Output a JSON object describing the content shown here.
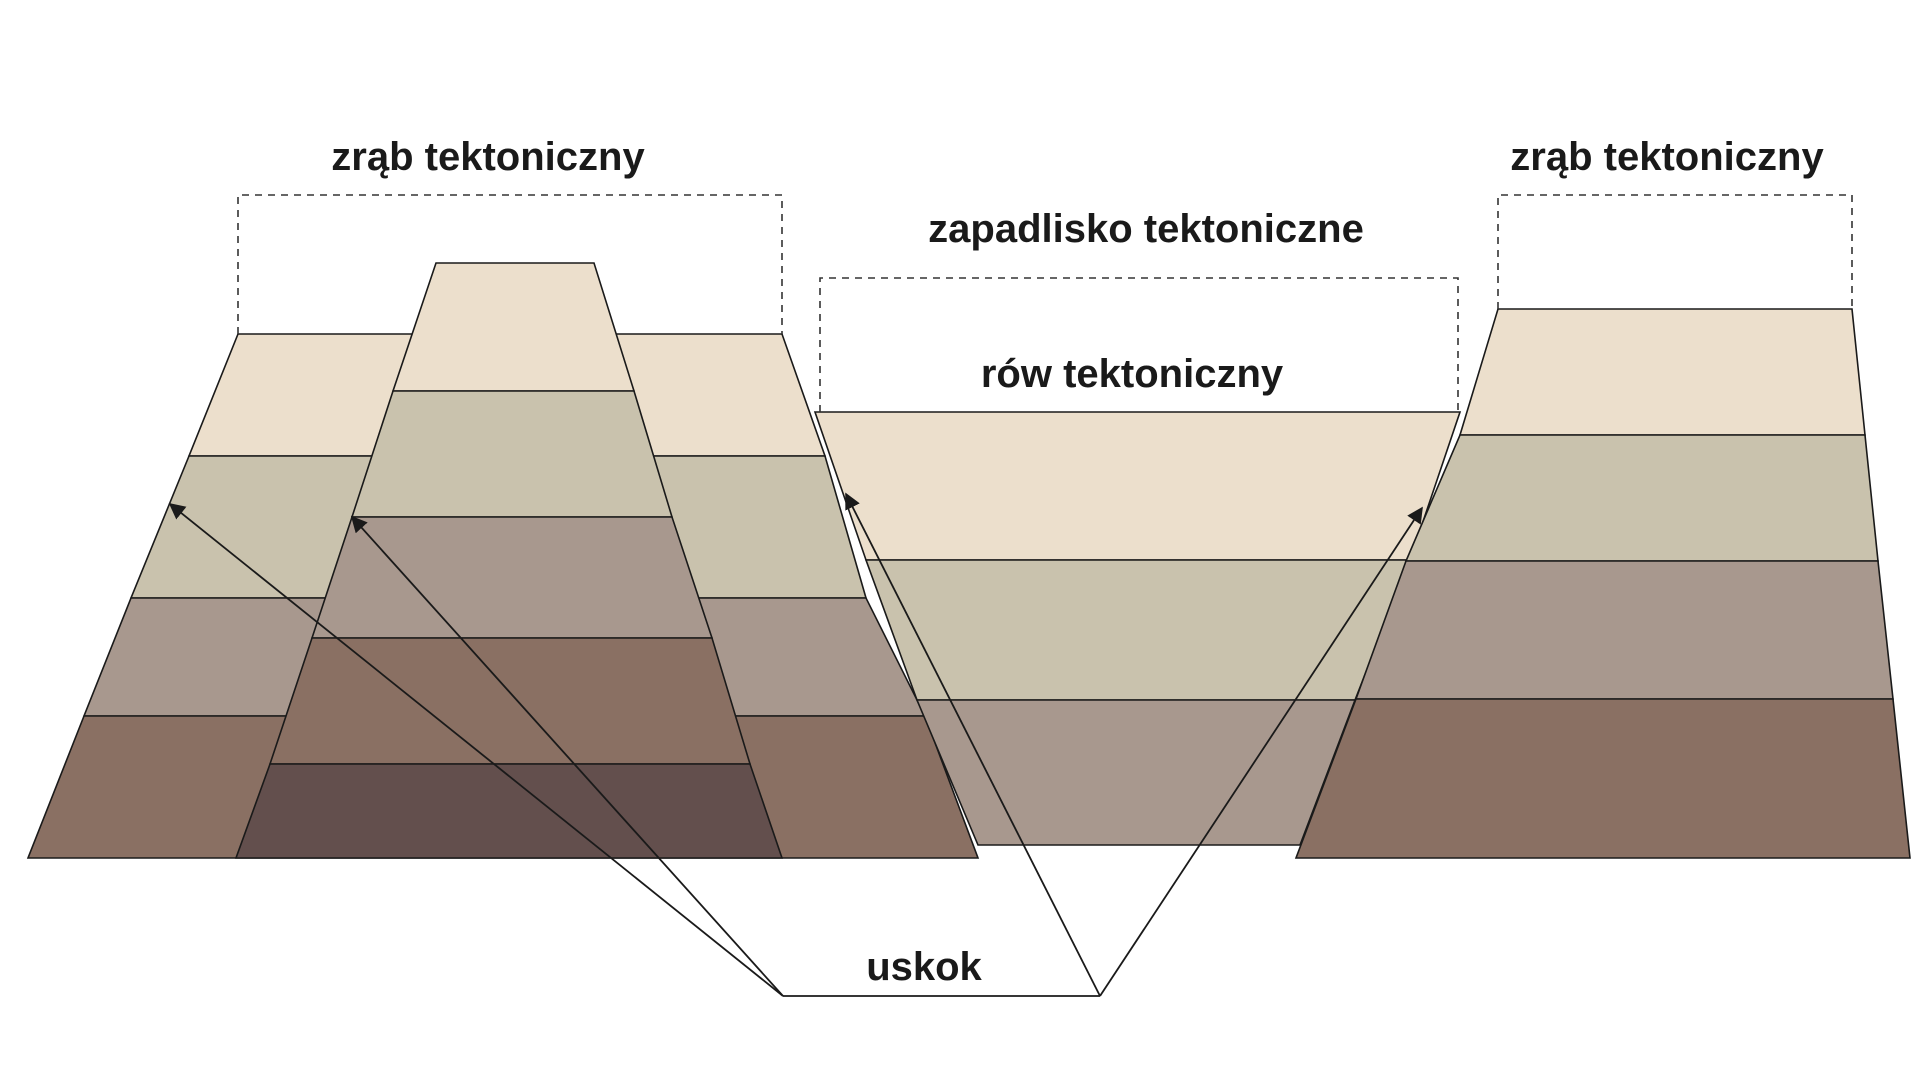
{
  "labels": {
    "horst_left": "zrąb tektoniczny",
    "horst_right": "zrąb tektoniczny",
    "graben_depression": "zapadlisko tektoniczne",
    "rift": "rów tektoniczny",
    "fault": "uskok"
  },
  "colors": {
    "stratum_1": "#ecdfcc",
    "stratum_2": "#c9c2ad",
    "stratum_3": "#a8988e",
    "stratum_4": "#8a7063",
    "stratum_5": "#634f4d",
    "line": "#1a1a1a"
  }
}
